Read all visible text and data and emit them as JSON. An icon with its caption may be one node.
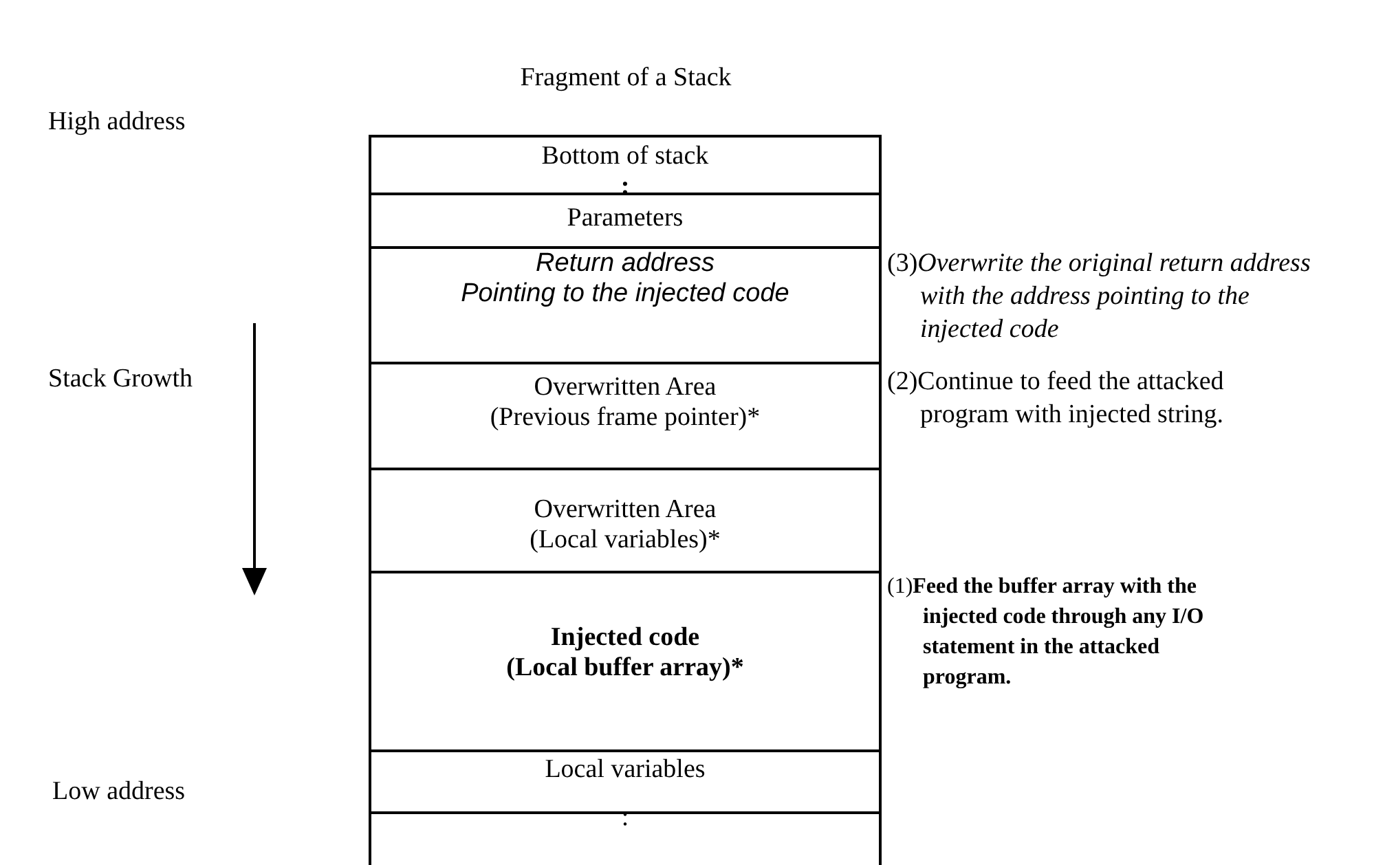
{
  "diagram": {
    "title": "Fragment of a Stack",
    "nodes": [
      {
        "text": [
          "Bottom of stack",
          ":"
        ]
      },
      {
        "text": [
          "Parameters"
        ]
      },
      {
        "text": [
          "Return address",
          "Pointing to the injected code"
        ]
      },
      {
        "text": [
          "Overwritten Area",
          "(Previous frame pointer)*"
        ]
      },
      {
        "text": [
          "Overwritten Area",
          "(Local variables)*"
        ]
      },
      {
        "text": [
          "Injected code",
          "(Local buffer array)*"
        ]
      },
      {
        "text": [
          "Local variables"
        ]
      },
      {
        "text": [
          ":"
        ]
      }
    ],
    "labels": [
      "High address",
      "(3)*Overwrite the original return address with the address pointing to the injected code*",
      "Stack Growth",
      "(2)Continue to feed the attacked program with injected string.",
      "(1)**Feed the buffer  array  with the injected code through any I/O statement in the attacked program.**",
      "Low address"
    ]
  }
}
